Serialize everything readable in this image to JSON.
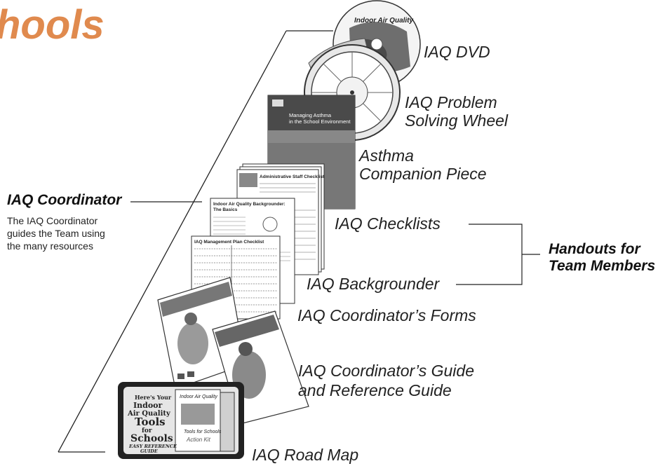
{
  "title": "hools",
  "coordinator": {
    "title": "IAQ Coordinator",
    "description_lines": [
      "The IAQ Coordinator",
      "guides the Team using",
      "the many resources"
    ]
  },
  "handouts": {
    "lines": [
      "Handouts for",
      "Team Members"
    ]
  },
  "items": {
    "dvd": "IAQ DVD",
    "wheel": [
      "IAQ Problem",
      "Solving Wheel"
    ],
    "asthma": [
      "Asthma",
      "Companion Piece"
    ],
    "checklists": "IAQ Checklists",
    "backgrounder": "IAQ Backgrounder",
    "forms": "IAQ Coordinator’s Forms",
    "guide": [
      "IAQ Coordinator’s Guide",
      "and Reference Guide"
    ],
    "roadmap": "IAQ Road Map"
  },
  "artwork_text": {
    "dvd_disc": "Indoor Air Quality",
    "asthma_cover": [
      "Managing Asthma",
      "in the School Environment"
    ],
    "checklist_cover": "Administrative Staff Checklist",
    "backgrounder_cover": [
      "Indoor Air Quality Backgrounder:",
      "The Basics"
    ],
    "management_cover": "IAQ Management Plan Checklist",
    "kit_lines": [
      "Here's Your",
      "Indoor",
      "Air Quality",
      "Tools",
      "for",
      "Schools",
      "EASY REFERENCE",
      "GUIDE"
    ],
    "kit_box_title": [
      "Indoor Air Quality",
      "Tools for Schools",
      "Action Kit"
    ]
  }
}
